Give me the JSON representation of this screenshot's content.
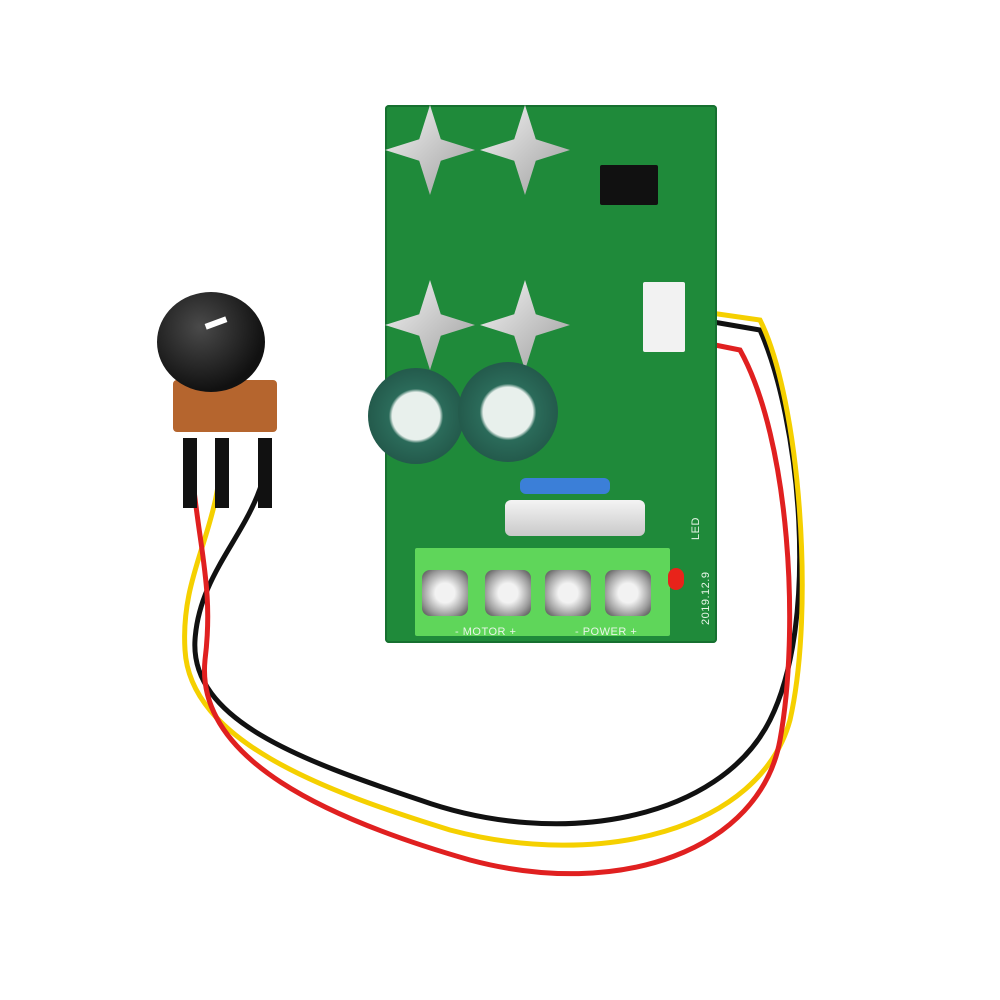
{
  "image": {
    "description": "Product photo of a green PWM DC motor speed controller board with a rotary potentiometer and black knob connected via red, yellow and black wires, on a white background",
    "background_color": "#ffffff"
  },
  "board": {
    "color": "#1f8a3a",
    "terminal_block_color": "#5fd65a",
    "labels": {
      "motor": "- MOTOR +",
      "power": "- POWER +",
      "led": "LED",
      "date": "2019.12.9"
    }
  },
  "wires": {
    "colors": [
      "#e02020",
      "#f5d000",
      "#111111"
    ],
    "names": [
      "red",
      "yellow",
      "black"
    ]
  },
  "potentiometer": {
    "knob_color": "#111111",
    "body_color": "#b5652e"
  },
  "led": {
    "color": "#e8231a"
  }
}
